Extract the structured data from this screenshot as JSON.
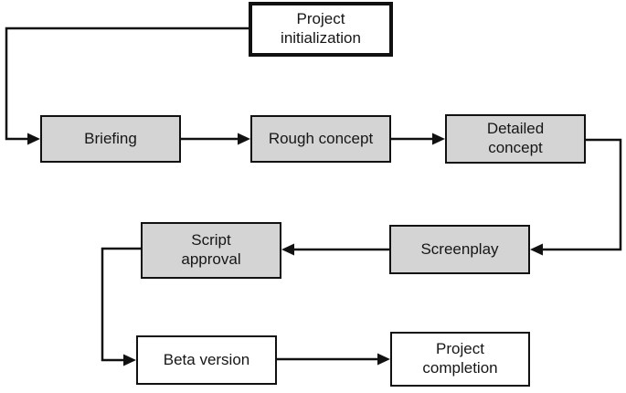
{
  "diagram": {
    "type": "flowchart",
    "nodes": {
      "project_initialization": {
        "label": "Project\ninitialization",
        "style": "start"
      },
      "briefing": {
        "label": "Briefing",
        "style": "stage"
      },
      "rough_concept": {
        "label": "Rough concept",
        "style": "stage"
      },
      "detailed_concept": {
        "label": "Detailed\nconcept",
        "style": "stage"
      },
      "screenplay": {
        "label": "Screenplay",
        "style": "stage"
      },
      "script_approval": {
        "label": "Script\napproval",
        "style": "stage"
      },
      "beta_version": {
        "label": "Beta version",
        "style": "milestone"
      },
      "project_completion": {
        "label": "Project\ncompletion",
        "style": "milestone"
      }
    },
    "edges": [
      {
        "from": "project_initialization",
        "to": "briefing"
      },
      {
        "from": "briefing",
        "to": "rough_concept"
      },
      {
        "from": "rough_concept",
        "to": "detailed_concept"
      },
      {
        "from": "detailed_concept",
        "to": "screenplay"
      },
      {
        "from": "screenplay",
        "to": "script_approval"
      },
      {
        "from": "script_approval",
        "to": "beta_version"
      },
      {
        "from": "beta_version",
        "to": "project_completion"
      }
    ],
    "colors": {
      "stage_fill": "#d4d4d4",
      "milestone_fill": "#ffffff",
      "border": "#111111",
      "connector": "#111111"
    }
  }
}
